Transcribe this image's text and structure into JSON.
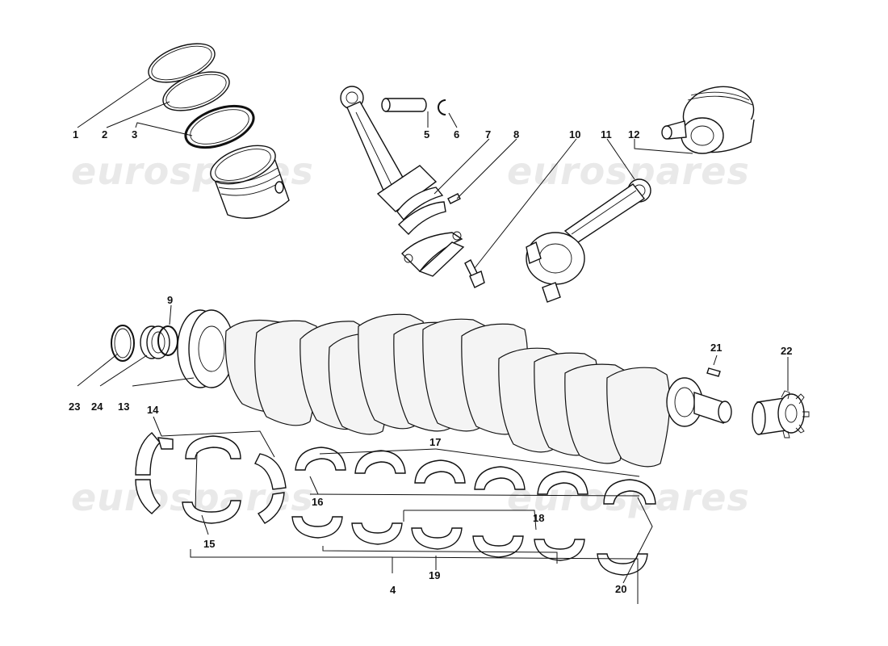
{
  "watermark": "eurospares",
  "callouts": [
    "1",
    "2",
    "3",
    "4",
    "5",
    "6",
    "7",
    "8",
    "9",
    "10",
    "11",
    "12",
    "13",
    "14",
    "15",
    "16",
    "17",
    "18",
    "19",
    "20",
    "21",
    "22",
    "23",
    "24"
  ]
}
